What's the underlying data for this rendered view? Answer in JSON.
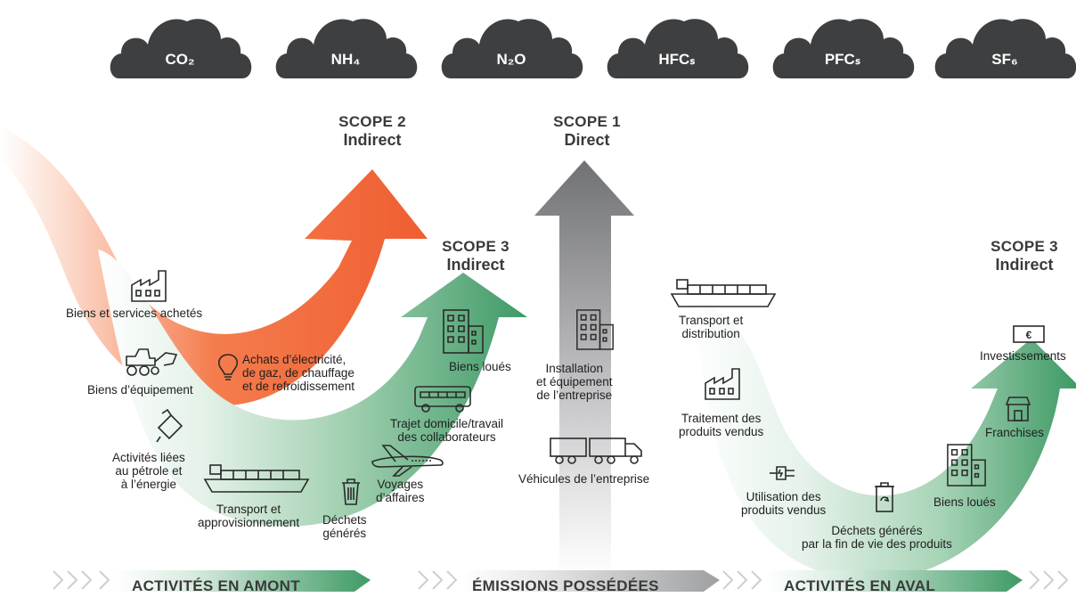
{
  "gases": [
    "CO₂",
    "NH₄",
    "N₂O",
    "HFCₛ",
    "PFCₛ",
    "SF₆"
  ],
  "scopes": {
    "scope2": {
      "title": "SCOPE 2",
      "subtitle": "Indirect"
    },
    "scope1": {
      "title": "SCOPE 1",
      "subtitle": "Direct"
    },
    "scope3_upstream": {
      "title": "SCOPE 3",
      "subtitle": "Indirect"
    },
    "scope3_downstream": {
      "title": "SCOPE 3",
      "subtitle": "Indirect"
    }
  },
  "upstream": {
    "biens_services": "Biens et services achetés",
    "biens_equipement": "Biens d’équipement",
    "activites_petrole": [
      "Activités liées",
      "au pétrole et",
      "à l’énergie"
    ],
    "transport_appro": [
      "Transport et",
      "approvisionnement"
    ],
    "dechets": [
      "Déchets",
      "générés"
    ],
    "voyages": [
      "Voyages",
      "d’affaires"
    ],
    "trajet": [
      "Trajet domicile/travail",
      "des collaborateurs"
    ],
    "biens_loues": "Biens loués"
  },
  "scope2_item": [
    "Achats d’électricité,",
    "de gaz, de chauffage",
    "et de refroidissement"
  ],
  "scope1_items": {
    "installation": [
      "Installation",
      "et équipement",
      "de l’entreprise"
    ],
    "vehicules": "Véhicules de l’entreprise"
  },
  "downstream": {
    "transport_distrib": [
      "Transport et",
      "distribution"
    ],
    "traitement": [
      "Traitement des",
      "produits vendus"
    ],
    "utilisation": [
      "Utilisation des",
      "produits vendus"
    ],
    "dechets_fin": [
      "Déchets générés",
      "par la fin de vie des produits"
    ],
    "biens_loues": "Biens loués",
    "franchises": "Franchises",
    "investissements": "Investissements"
  },
  "footer": {
    "amont": "ACTIVITÉS EN AMONT",
    "possedees": "ÉMISSIONS POSSÉDÉES",
    "aval": "ACTIVITÉS EN AVAL"
  },
  "colors": {
    "cloud": "#3e3f41",
    "scope2": "#ef5a2c",
    "scope3": "#3f9a66",
    "scope1": "#7b7b7e",
    "footer_chevron": "#d0d0d0"
  }
}
